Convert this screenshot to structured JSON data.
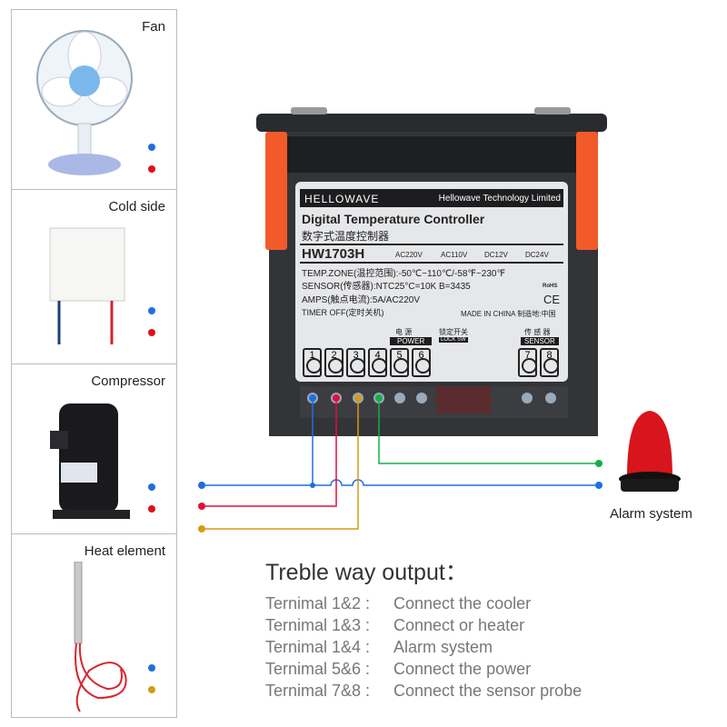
{
  "devices": [
    {
      "label": "Fan",
      "dots": [
        "#1f6fe0",
        "#e0101a"
      ]
    },
    {
      "label": "Cold side",
      "dots": [
        "#1f6fe0",
        "#e0101a"
      ]
    },
    {
      "label": "Compressor",
      "dots": [
        "#1f6fe0",
        "#e0101a"
      ]
    },
    {
      "label": "Heat element",
      "dots": [
        "#1f6fe0",
        "#d49a1a"
      ]
    }
  ],
  "controller": {
    "brand": "HELLOWAVE",
    "company": "Hellowave Technology Limited",
    "title": "Digital Temperature Controller",
    "title_cn": "数字式温度控制器",
    "model": "HW1703H",
    "voltages": [
      "AC220V",
      "AC110V",
      "DC12V",
      "DC24V"
    ],
    "temp_zone": "TEMP.ZONE(温控范围):-50℃~110℃/-58℉~230℉",
    "sensor": "SENSOR(传感器):NTC25°C=10K B=3435",
    "amps": "AMPS(触点电流):5A/AC220V",
    "timer": "TIMER OFF(定时关机)",
    "made_in": "MADE IN CHINA 制造地:中国",
    "rohs": "RoHS",
    "ce": "CE",
    "power_cn": "电  源",
    "power": "POWER",
    "lock_cn": "锁定开关",
    "lock": "LOCK SW",
    "sensor_cn": "传 感 器",
    "sensor_label": "SENSOR",
    "terminals": [
      "1",
      "2",
      "3",
      "4",
      "5",
      "6",
      "7",
      "8"
    ]
  },
  "alarm_label": "Alarm system",
  "wire_colors": {
    "blue": "#1f6fe0",
    "red": "#e0103a",
    "orange": "#d49a1a",
    "green": "#13b04a"
  },
  "heading": "Treble way output：",
  "outputs": [
    {
      "terminal": "Ternimal 1&2 :",
      "desc": "Connect the cooler"
    },
    {
      "terminal": "Ternimal 1&3 :",
      "desc": "Connect or heater"
    },
    {
      "terminal": "Ternimal 1&4 :",
      "desc": "Alarm system"
    },
    {
      "terminal": "Ternimal 5&6 :",
      "desc": "Connect the power"
    },
    {
      "terminal": "Ternimal 7&8 :",
      "desc": "Connect the sensor probe"
    }
  ]
}
